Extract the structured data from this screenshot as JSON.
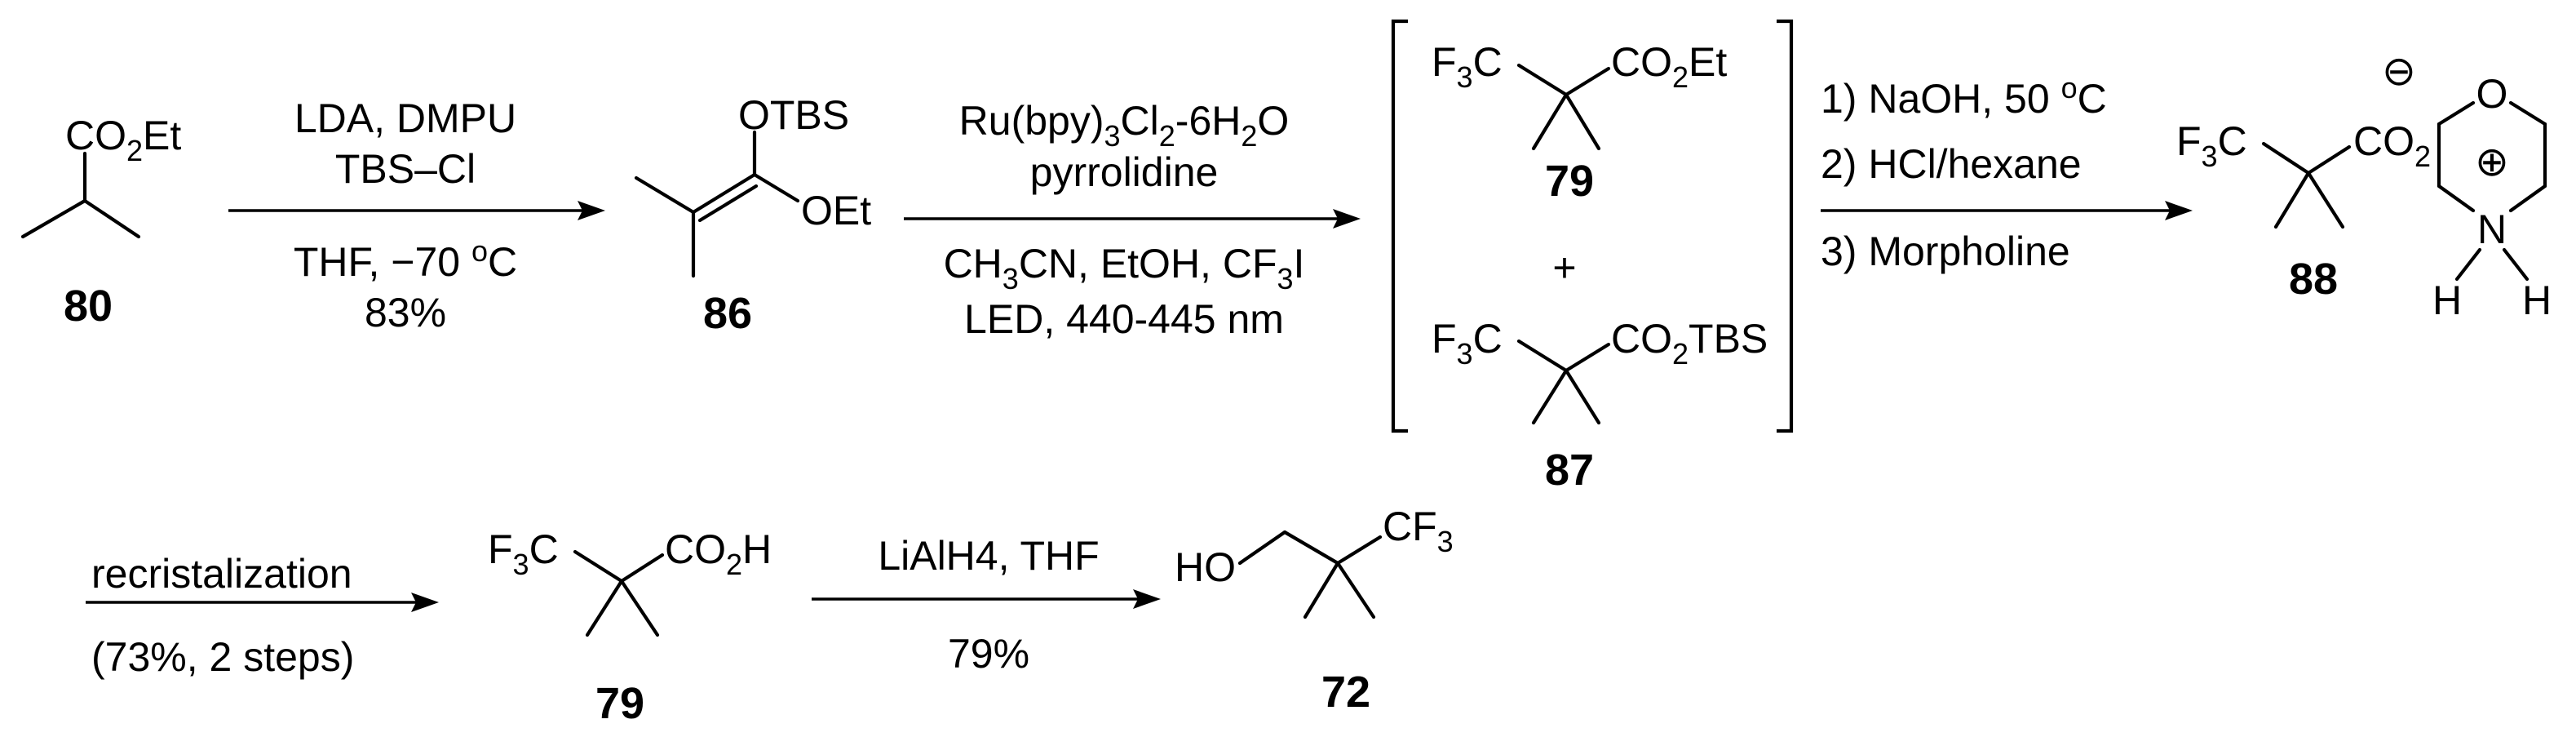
{
  "compounds": {
    "c80": {
      "number": "80",
      "ester": "CO2Et"
    },
    "c86": {
      "number": "86",
      "otbs": "OTBS",
      "oet": "OEt"
    },
    "c79": {
      "number": "79",
      "cf3": "F3C",
      "ester": "CO2Et"
    },
    "plus": "+",
    "c87": {
      "number": "87",
      "cf3": "F3C",
      "ester": "CO2TBS"
    },
    "c88": {
      "number": "88",
      "cf3": "F3C",
      "co2": "CO2",
      "minus": "⊖",
      "plus": "⊕",
      "o": "O",
      "n": "N",
      "h1": "H",
      "h2": "H"
    },
    "c79b": {
      "number": "79",
      "cf3": "F3C",
      "acid": "CO2H"
    },
    "c72": {
      "number": "72",
      "ho": "HO",
      "cf3": "CF3"
    }
  },
  "steps": {
    "s1": {
      "above1": "LDA, DMPU",
      "above2": "TBS–Cl",
      "below1": "THF, −70 oC",
      "below2": "83%"
    },
    "s2": {
      "above1": "Ru(bpy)3Cl2-6H2O",
      "above2": "pyrrolidine",
      "below1": "CH3CN, EtOH, CF3I",
      "below2": "LED, 440-445 nm"
    },
    "s3": {
      "line1": "1) NaOH, 50 oC",
      "line2": "2) HCl/hexane",
      "line3": "3) Morpholine"
    },
    "s4": {
      "above": "recristalization",
      "below": "(73%, 2 steps)"
    },
    "s5": {
      "above": "LiAlH4, THF",
      "below": "79%"
    }
  }
}
